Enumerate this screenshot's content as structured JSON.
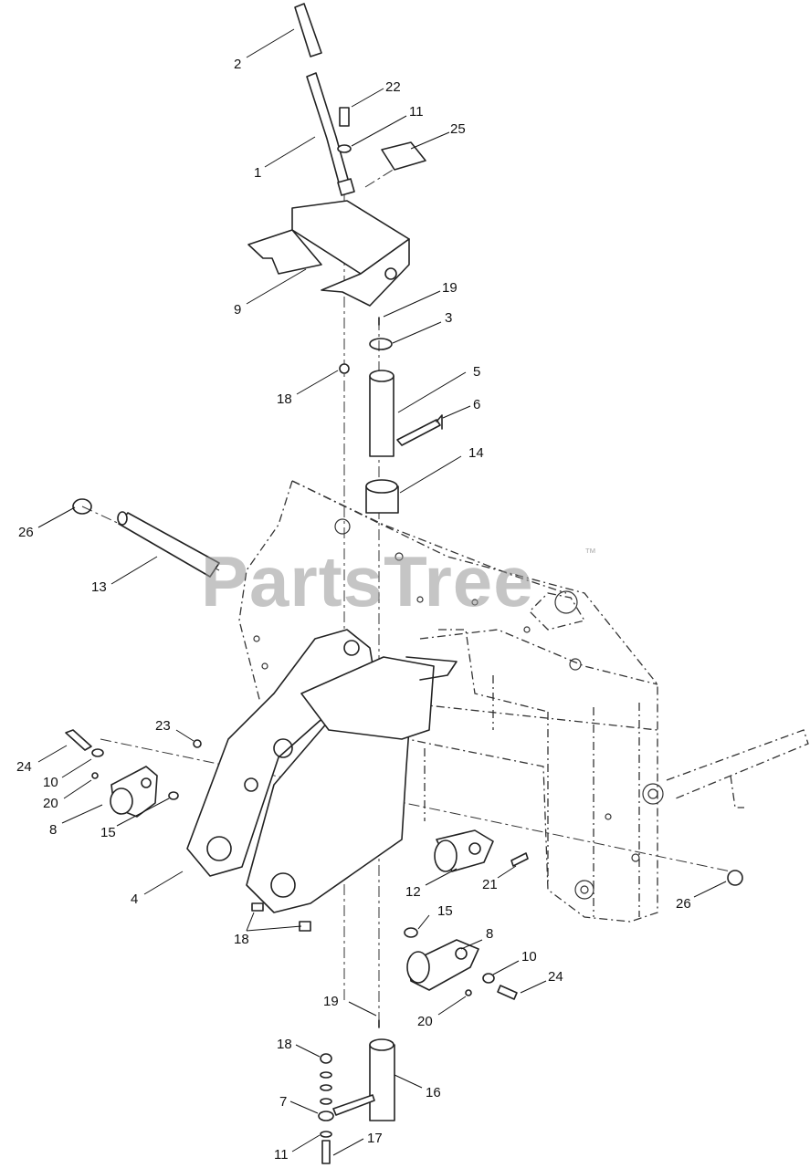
{
  "watermark": {
    "text": "PartsTree",
    "tm": "™"
  },
  "callouts": {
    "c2": "2",
    "c22": "22",
    "c11a": "11",
    "c25": "25",
    "c1": "1",
    "c9": "9",
    "c19a": "19",
    "c3": "3",
    "c5": "5",
    "c6": "6",
    "c18a": "18",
    "c14": "14",
    "c26a": "26",
    "c13": "13",
    "c23": "23",
    "c24a": "24",
    "c10a": "10",
    "c20a": "20",
    "c8a": "8",
    "c15a": "15",
    "c4": "4",
    "c12": "12",
    "c21": "21",
    "c26b": "26",
    "c18b": "18",
    "c15b": "15",
    "c8b": "8",
    "c10b": "10",
    "c24b": "24",
    "c19b": "19",
    "c20b": "20",
    "c18c": "18",
    "c16": "16",
    "c7": "7",
    "c11b": "11",
    "c17": "17"
  }
}
